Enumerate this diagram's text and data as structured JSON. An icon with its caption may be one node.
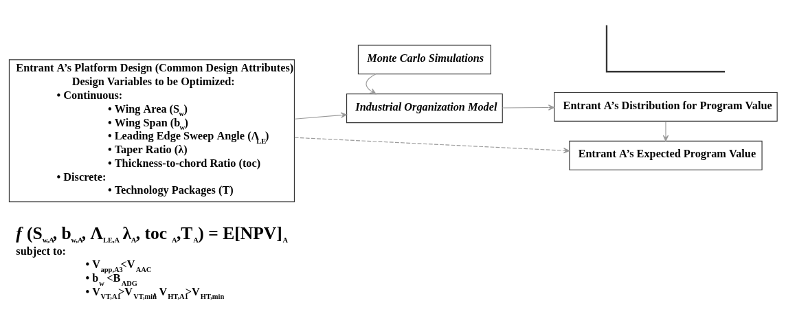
{
  "diagram": {
    "nodes": [
      {
        "text": [
          "Entrant A’s Platform Design (Common Design Attributes)",
          "Design Variables to be Optimized:",
          "• Continuous:",
          "• Wing Area (S$_{w}$)",
          "• Wing Span (b$_{w}$)",
          "• Leading Edge Sweep Angle (Λ$_{LE}$)",
          "• Taper Ratio (λ)",
          "• Thickness-to-chord Ratio (toc)",
          "• Discrete:",
          "• Technology Packages (T)"
        ]
      },
      {
        "text": [
          "Monte Carlo Simulations"
        ]
      },
      {
        "text": [
          "Industrial Organization Model"
        ]
      },
      {
        "text": [],
        "shape": "picture"
      },
      {
        "text": [
          "Entrant A’s Distribution for Program Value"
        ]
      },
      {
        "text": [
          "Entrant A’s Expected Program Value"
        ]
      }
    ],
    "edges": [
      {
        "from": 0,
        "to": 2,
        "arrow": "to"
      },
      {
        "from": 1,
        "to": 2,
        "arrow": "to"
      },
      {
        "from": 2,
        "to": 4,
        "arrow": "to"
      },
      {
        "from": 4,
        "to": 5,
        "arrow": "to"
      },
      {
        "from": 0,
        "to": 5,
        "arrow": "to",
        "style": "dashed"
      }
    ],
    "labels": [
      "*f* (S$_{w,A}$, b$_{w,A}$, Λ$_{LE,A}$ λ$_{A}$, toc $_{A}$,T$_{A}$) = E[NPV]$_{A}$",
      "subject to:",
      "• V$_{app,A3}$<V$_{AAC}$",
      "• b$_{w}$ <B$_{ADG}$",
      "• V$_{VT,A1}$>V$_{VT,min}$, V$_{HT,A1}$>V$_{HT,min}$"
    ]
  }
}
